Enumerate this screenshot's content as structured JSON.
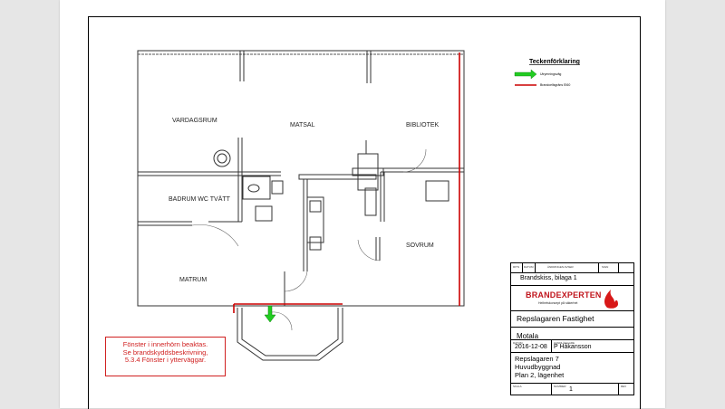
{
  "rooms": {
    "vardagsrum": "VARDAGSRUM",
    "matsal": "MATSAL",
    "bibliotek": "BIBLIOTEK",
    "badrum": "BADRUM WC TVÄTT",
    "sovrum": "SOVRUM",
    "matrum": "MATRUM"
  },
  "legend": {
    "title": "Teckenförklaring",
    "items": [
      {
        "label": "Utrymningsväg",
        "color": "#22cc22"
      },
      {
        "label": "Brandcellsgräns EI60",
        "color": "#cc0000"
      }
    ]
  },
  "note": {
    "lines": [
      "Fönster i innerhörn beaktas.",
      "Se brandskyddsbeskrivning,",
      "5.3.4 Fönster i ytterväggar."
    ],
    "color": "#d02020"
  },
  "titleblock": {
    "header_small": [
      "RITN",
      "DATUM",
      "ÄNDRINGEN AVSER",
      "SIGN"
    ],
    "document": "Brandskiss, bilaga 1",
    "logo_text": "BRANDEXPERTEN",
    "logo_sub": "Helhetskoncept på säkerhet",
    "project": "Repslagaren Fastighet",
    "location": "Motala",
    "date_label": "DATUM",
    "date": "2016-12-08",
    "author_label": "HANDLÄGGARE",
    "author": "P Håkansson",
    "desc1": "Repslagaren 7",
    "desc2": "Huvudbyggnad",
    "desc3": "Plan 2, lägenhet",
    "scale_label": "SKALA",
    "number_label": "NUMMER",
    "number": "1",
    "rev_label": "REV"
  }
}
